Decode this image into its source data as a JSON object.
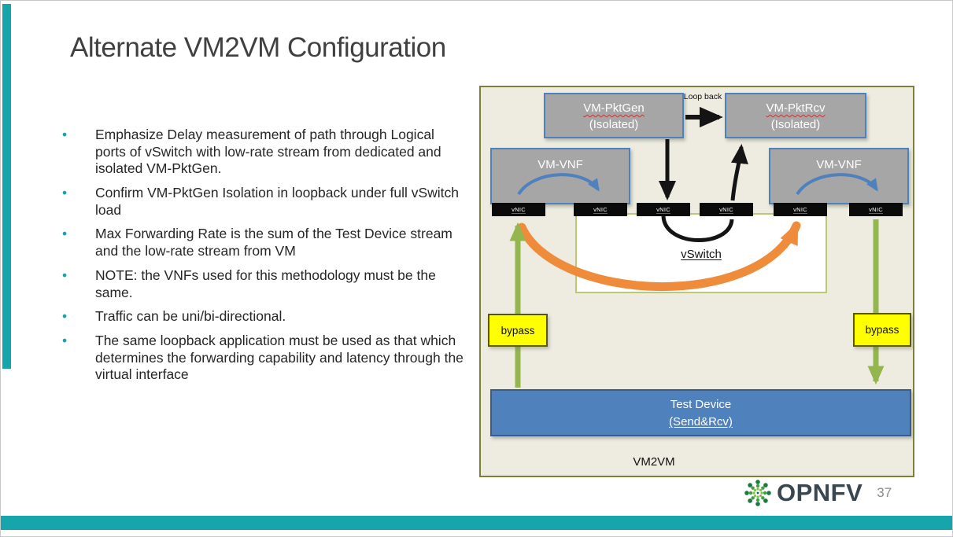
{
  "slide": {
    "title": "Alternate VM2VM Configuration",
    "page_number": "37",
    "brand": "OPNFV",
    "bullet_char": "•"
  },
  "bullets": [
    "Emphasize Delay measurement of path through Logical ports of vSwitch with low-rate stream from dedicated and isolated VM-PktGen.",
    "Confirm VM-PktGen Isolation in loopback under full vSwitch load",
    "Max Forwarding Rate is the sum of the Test Device stream and the low-rate stream from VM",
    "NOTE: the VNFs used for this methodology must be the same.",
    "Traffic can be uni/bi-directional.",
    "The same loopback application must be used as that which determines the forwarding capability and latency through the virtual interface"
  ],
  "diagram": {
    "pktgen_line1": "VM-PktGen",
    "pktgen_line2": "(Isolated)",
    "pktrcv_line1": "VM-PktRcv",
    "pktrcv_line2": "(Isolated)",
    "loopback_label": "Loop back",
    "vnf_label": "VM-VNF",
    "vnic_label": "vNIC",
    "vswitch_label": "vSwitch",
    "bypass_label": "bypass",
    "test_device_line1": "Test Device",
    "test_device_line2": "(Send&Rcv)",
    "caption": "VM2VM"
  },
  "colors": {
    "accent_teal": "#15a5aa",
    "box_gray": "#a6a6a6",
    "box_border_blue": "#4f81bd",
    "diagram_bg": "#eeece1",
    "diagram_border_olive": "#7e8135",
    "bypass_yellow": "#ffff00",
    "arrow_green": "#94b64e",
    "arrow_orange": "#ef8c3b",
    "arrow_black": "#141414",
    "test_device_blue": "#4f81bd"
  }
}
